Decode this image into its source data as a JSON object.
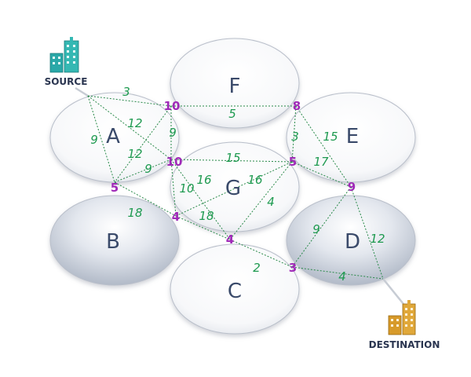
{
  "source": {
    "label": "SOURCE",
    "icon": "building-icon",
    "color": "#2aa8a8"
  },
  "destination": {
    "label": "DESTINATION",
    "icon": "building-icon",
    "color": "#d79a2a"
  },
  "regions": [
    {
      "id": "A",
      "label": "A",
      "shaded": false
    },
    {
      "id": "B",
      "label": "B",
      "shaded": true
    },
    {
      "id": "C",
      "label": "C",
      "shaded": false
    },
    {
      "id": "D",
      "label": "D",
      "shaded": true
    },
    {
      "id": "E",
      "label": "E",
      "shaded": false
    },
    {
      "id": "F",
      "label": "F",
      "shaded": false
    },
    {
      "id": "G",
      "label": "G",
      "shaded": false
    }
  ],
  "node_weights": [
    "10",
    "8",
    "10",
    "5",
    "5",
    "9",
    "4",
    "4",
    "3"
  ],
  "edge_weights": [
    "3",
    "12",
    "9",
    "9",
    "12",
    "9",
    "5",
    "18",
    "15",
    "10",
    "16",
    "16",
    "4",
    "18",
    "15",
    "17",
    "3",
    "2",
    "9",
    "12",
    "4"
  ],
  "colors": {
    "edge_weight": "#1e9a50",
    "node_weight": "#a02ab8",
    "region_label": "#3a4a6a",
    "shaded_fill": "#c4cbd6",
    "plain_fill": "#ffffff"
  }
}
